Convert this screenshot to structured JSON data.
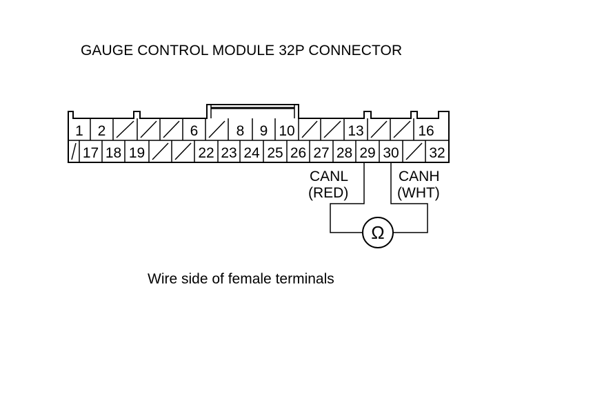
{
  "title": "GAUGE CONTROL MODULE 32P CONNECTOR",
  "caption": "Wire side of female terminals",
  "connector": {
    "top_row": [
      "1",
      "2",
      "",
      "",
      "",
      "6",
      "",
      "8",
      "9",
      "10",
      "",
      "",
      "13",
      "",
      "",
      "16"
    ],
    "bottom_row": [
      "",
      "17",
      "18",
      "19",
      "",
      "",
      "22",
      "23",
      "24",
      "25",
      "26",
      "27",
      "28",
      "29",
      "30",
      "",
      "32"
    ]
  },
  "probes": {
    "canl": {
      "name": "CANL",
      "color": "(RED)"
    },
    "canh": {
      "name": "CANH",
      "color": "(WHT)"
    }
  },
  "meter_symbol": "Ω"
}
